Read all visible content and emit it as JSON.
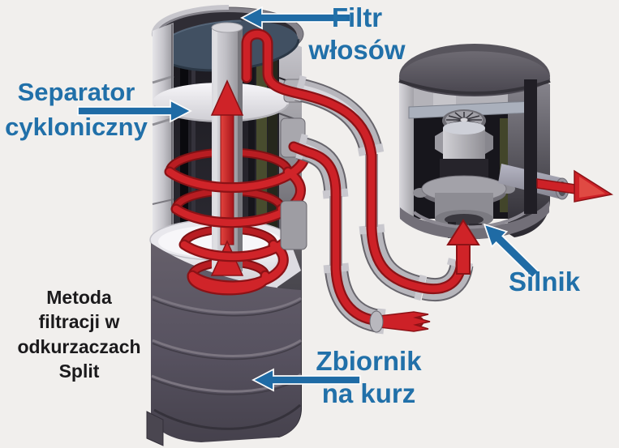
{
  "title": "Metoda filtracji w odkurzaczach Split",
  "palette": {
    "background": "#f1efed",
    "label_blue": "#2170a9",
    "flow_red": "#cd2127",
    "caption_black": "#1b1a1c",
    "filter_disc_navy": "#415062"
  },
  "labels": {
    "hair_filter": {
      "line1": "Filtr",
      "line2": "włosów"
    },
    "cyclonic_separator": {
      "line1": "Separator",
      "line2": "cykloniczny"
    },
    "motor": {
      "text": "Silnik"
    },
    "dust_container": {
      "line1": "Zbiornik",
      "line2": "na kurz"
    },
    "caption": {
      "line1": "Metoda",
      "line2": "filtracji w",
      "line3": "odkurzaczach",
      "line4": "Split"
    }
  }
}
